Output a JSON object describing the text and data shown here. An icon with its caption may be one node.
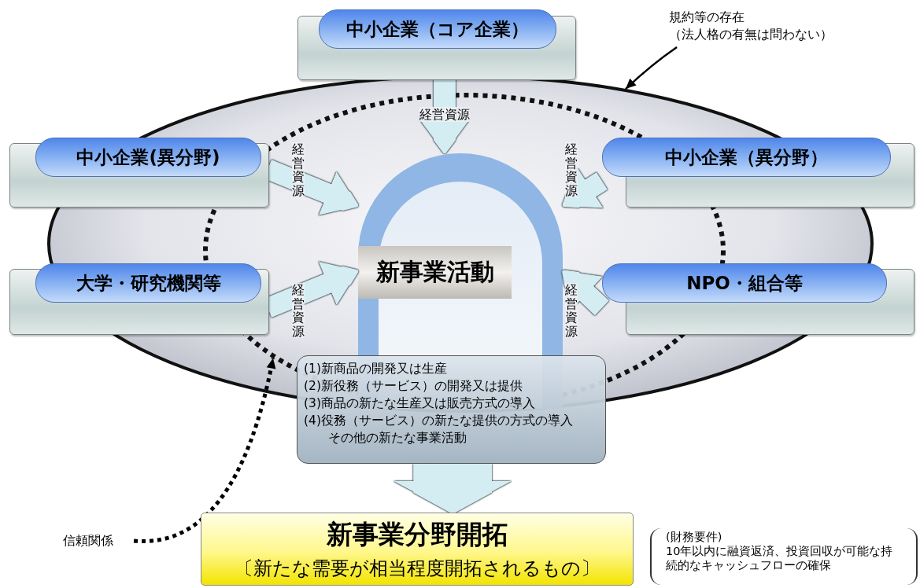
{
  "diagram": {
    "nodes": [
      {
        "text": [],
        "shape": "circle"
      },
      {
        "text": [],
        "shape": "circle",
        "in": 0
      },
      {
        "text": [
          "中小企業（コア企業）"
        ]
      },
      {
        "text": [
          "中小企業(異分野)"
        ]
      },
      {
        "text": [
          "中小企業（異分野）"
        ]
      },
      {
        "text": [
          "大学・研究機関等"
        ]
      },
      {
        "text": [
          "NPO・組合等"
        ]
      },
      {
        "text": [
          "新事業活動"
        ],
        "in": 1
      },
      {
        "text": [
          "(1)新商品の開発又は生産",
          "(2)新役務（サービス）の開発又は提供",
          "(3)商品の新たな生産又は販売方式の導入",
          "(4)役務（サービス）の新たな提供の方式の導入",
          "その他の新たな事業活動"
        ]
      },
      {
        "text": [
          "新事業分野開拓",
          "〔新たな需要が相当程度開拓されるもの〕"
        ],
        "beside": [
          "(財務要件)",
          "10年以内に融資返済、投資回収が可能な持続的なキャッシュフローの確保"
        ]
      },
      {
        "text": [
          "規約等の存在",
          "（法人格の有無は問わない）"
        ]
      },
      {
        "text": [
          "信頼関係"
        ]
      }
    ],
    "edges": [
      {
        "from": 2,
        "to": 7,
        "arrow": "to",
        "label": "経営資源"
      },
      {
        "from": 3,
        "to": 7,
        "arrow": "to",
        "label": "経営資源"
      },
      {
        "from": 4,
        "to": 7,
        "arrow": "to",
        "label": "経営資源"
      },
      {
        "from": 5,
        "to": 7,
        "arrow": "to",
        "label": "経営資源"
      },
      {
        "from": 6,
        "to": 7,
        "arrow": "to",
        "label": "経営資源"
      },
      {
        "from": 8,
        "to": 9,
        "arrow": "to",
        "style": "thick"
      },
      {
        "from": 10,
        "to": 0,
        "arrow": "to",
        "color": "#000000"
      },
      {
        "from": 11,
        "to": 1,
        "arrow": "to",
        "style": "dashed",
        "color": "#000000"
      }
    ]
  }
}
